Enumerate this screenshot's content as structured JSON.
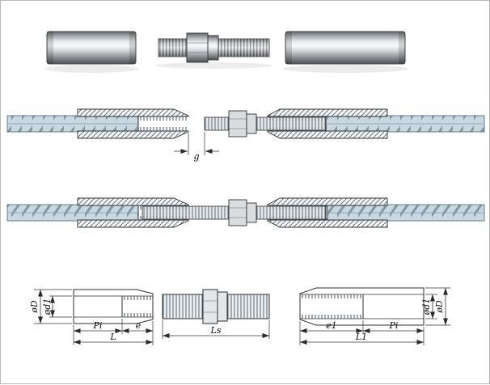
{
  "labels": {
    "g": "g",
    "left_coupler": {
      "d1": "ød1",
      "D": "øD",
      "pi": "Pi",
      "e": "e",
      "l": "L"
    },
    "stud": {
      "ls": "Ls"
    },
    "right_coupler": {
      "e1": "e1",
      "pi": "Pi",
      "l1": "L1",
      "d1": "ød1",
      "D": "øD"
    }
  },
  "colors": {
    "background": "#ffffff",
    "border": "#b8b8b8",
    "outline": "#2f2f2f",
    "rebar_fill": "#c9d8e0",
    "rebar_rib": "#7d98a6",
    "hatch_line": "#5b6670",
    "thread_line": "#4a5560",
    "metal_highlight": "#f7f8f9",
    "metal_shadow": "#4e5154"
  }
}
